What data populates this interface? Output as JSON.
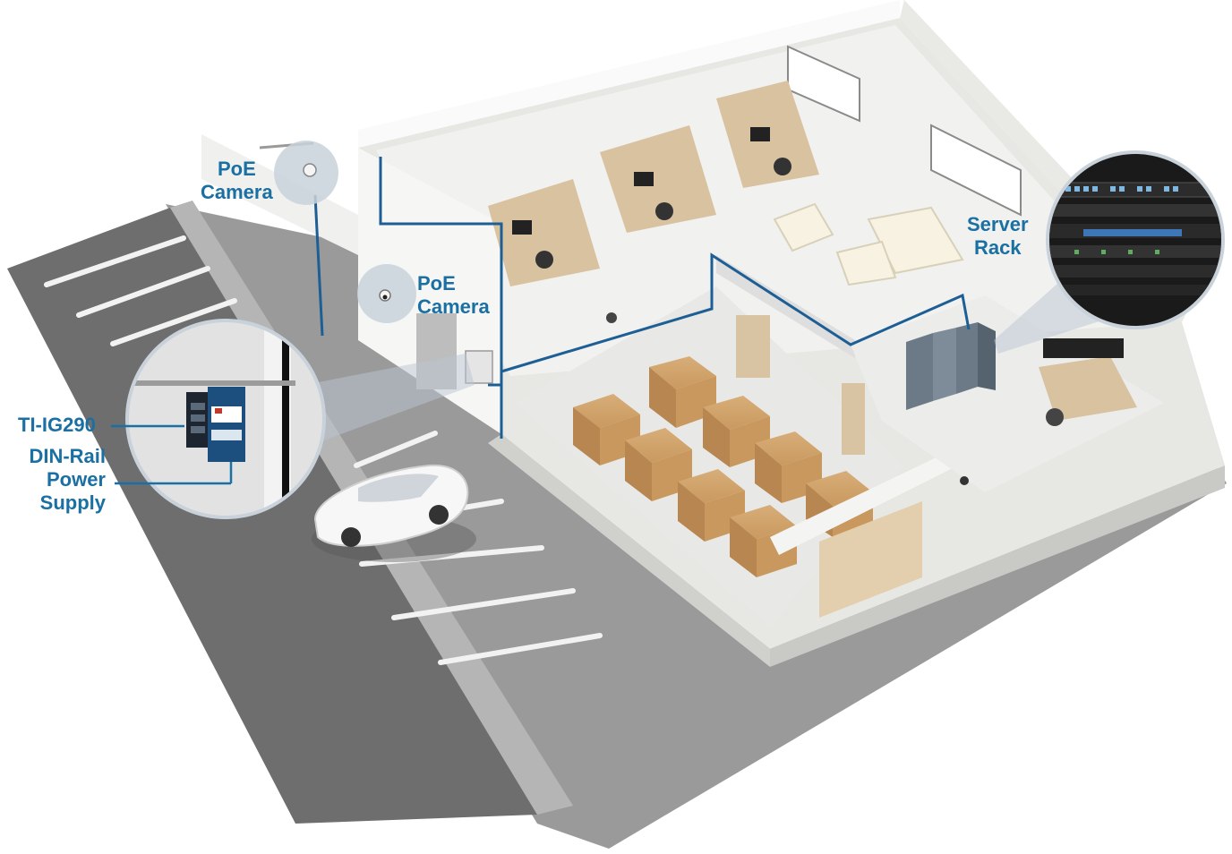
{
  "labels": {
    "poe_camera_outdoor": {
      "line1": "PoE",
      "line2": "Camera"
    },
    "poe_camera_wall": {
      "line1": "PoE",
      "line2": "Camera"
    },
    "server_rack": {
      "line1": "Server",
      "line2": "Rack"
    },
    "switch": "TI-IG290",
    "power_supply": {
      "line1": "DIN-Rail",
      "line2": "Power",
      "line3": "Supply"
    }
  },
  "colors": {
    "accent": "#1a6fa3",
    "cable": "#1d5f95",
    "ground": "#8a8a8a",
    "parking": "#6b6b6b",
    "floor": "#eeeeec",
    "wall": "#f4f4f2",
    "box": "#c9985e"
  }
}
